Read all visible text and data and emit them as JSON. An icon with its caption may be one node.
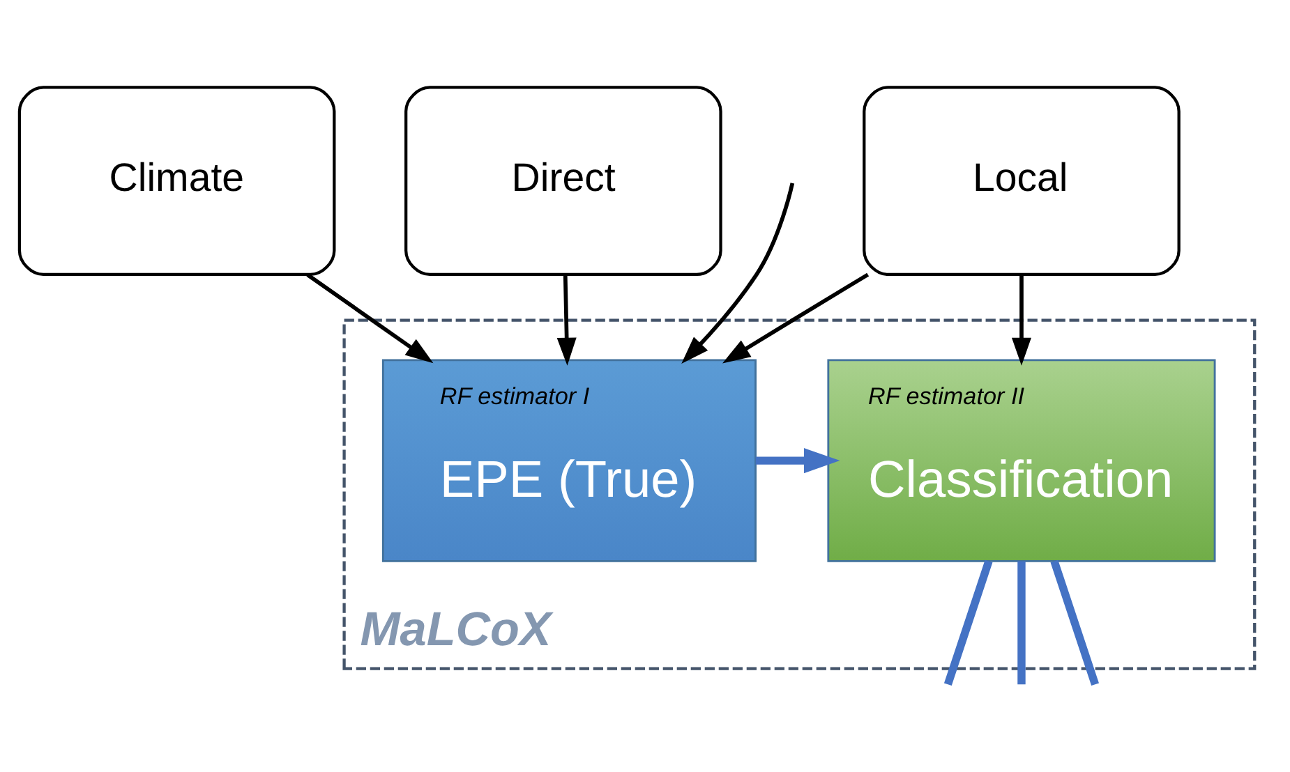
{
  "diagram": {
    "nodes": [
      {
        "text": [
          "Climate"
        ]
      },
      {
        "text": [
          "Direct"
        ]
      },
      {
        "text": [
          "Local"
        ]
      },
      {
        "text": [
          "MaLCoX"
        ]
      },
      {
        "text": [
          "RF estimator I",
          "EPE (True)"
        ],
        "in": 3
      },
      {
        "text": [
          "RF estimator II",
          "Classification"
        ],
        "in": 3
      }
    ],
    "edges": [
      {
        "from": 0,
        "to": 4,
        "arrow": "to"
      },
      {
        "from": 1,
        "to": 4,
        "arrow": "to"
      },
      {
        "from": 2,
        "to": 4,
        "arrow": "to"
      },
      {
        "from": 2,
        "to": 5,
        "arrow": "to"
      },
      {
        "from": null,
        "to": 4,
        "arrow": "to"
      },
      {
        "from": 4,
        "to": 5,
        "arrow": "to",
        "style": "thick",
        "color": "#4472c4"
      },
      {
        "from": 5,
        "to": null,
        "arrow": "none",
        "style": "thick",
        "color": "#4472c4"
      },
      {
        "from": 5,
        "to": null,
        "arrow": "none",
        "style": "thick",
        "color": "#4472c4"
      },
      {
        "from": 5,
        "to": null,
        "arrow": "none",
        "style": "thick",
        "color": "#4472c4"
      }
    ]
  }
}
